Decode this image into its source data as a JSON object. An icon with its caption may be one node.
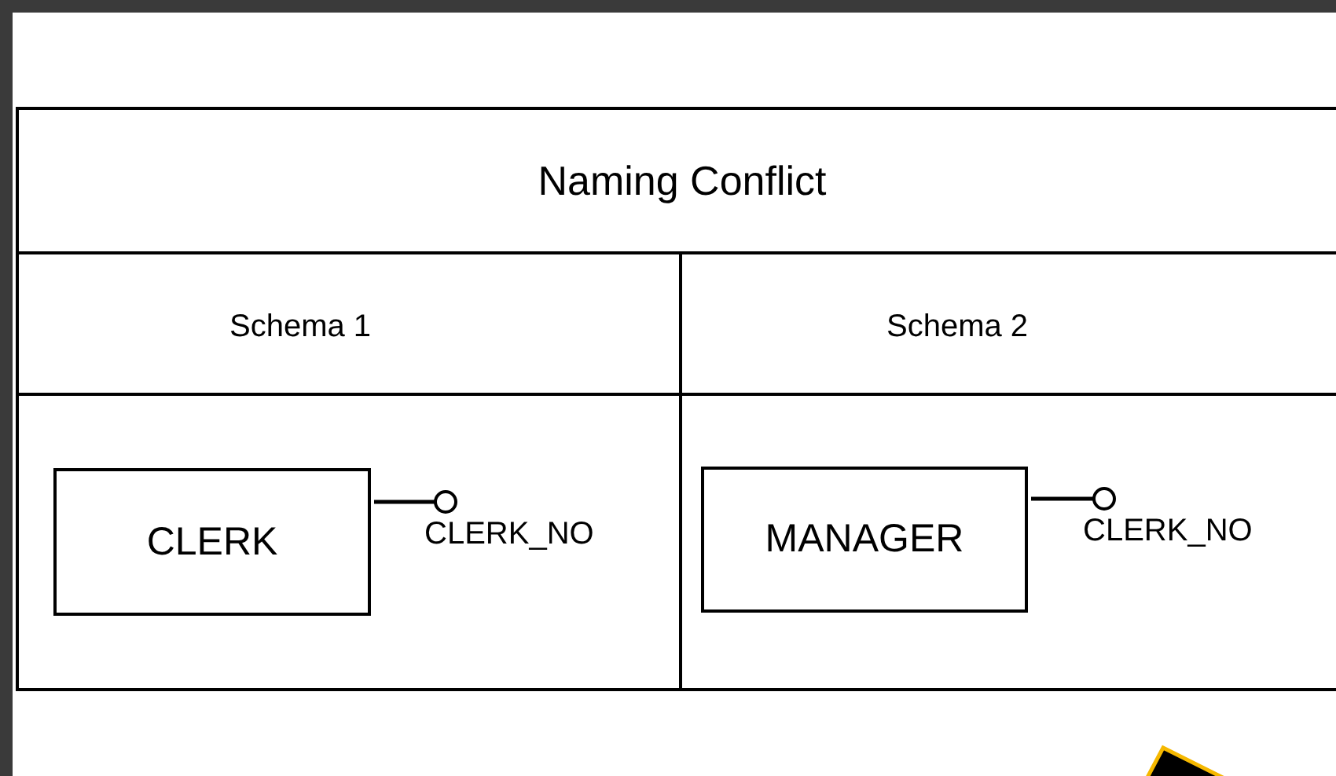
{
  "diagram": {
    "nodes": [
      {
        "text": [
          "Naming Conflict"
        ]
      },
      {
        "text": [
          "Schema 1"
        ],
        "in": 0
      },
      {
        "text": [
          "Schema 2"
        ],
        "in": 0
      },
      {
        "text": [
          "CLERK"
        ],
        "in": 1
      },
      {
        "text": [],
        "shape": "circle",
        "in": 1,
        "beside": [
          "CLERK_NO"
        ]
      },
      {
        "text": [
          "MANAGER"
        ],
        "in": 2
      },
      {
        "text": [],
        "shape": "circle",
        "in": 2,
        "beside": [
          "CLERK_NO"
        ]
      }
    ],
    "edges": [
      {
        "from": 3,
        "to": 4,
        "arrow": "none"
      },
      {
        "from": 5,
        "to": 6,
        "arrow": "none"
      }
    ]
  }
}
